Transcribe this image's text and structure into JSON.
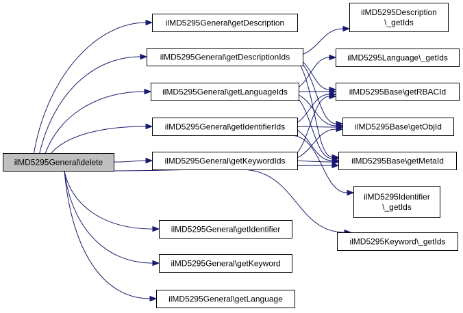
{
  "graph": {
    "nodes": [
      {
        "id": "delete",
        "lines": [
          "ilMD5295General\\delete"
        ],
        "root": true
      },
      {
        "id": "getDescription",
        "lines": [
          "ilMD5295General\\getDescription"
        ]
      },
      {
        "id": "getDescriptionIds",
        "lines": [
          "ilMD5295General\\getDescriptionIds"
        ]
      },
      {
        "id": "getLanguageIds",
        "lines": [
          "ilMD5295General\\getLanguageIds"
        ]
      },
      {
        "id": "getIdentifierIds",
        "lines": [
          "ilMD5295General\\getIdentifierIds"
        ]
      },
      {
        "id": "getKeywordIds",
        "lines": [
          "ilMD5295General\\getKeywordIds"
        ]
      },
      {
        "id": "getIdentifier",
        "lines": [
          "ilMD5295General\\getIdentifier"
        ]
      },
      {
        "id": "getKeyword",
        "lines": [
          "ilMD5295General\\getKeyword"
        ]
      },
      {
        "id": "getLanguage",
        "lines": [
          "ilMD5295General\\getLanguage"
        ]
      },
      {
        "id": "descGetIds",
        "lines": [
          "ilMD5295Description",
          "\\_getIds"
        ]
      },
      {
        "id": "langGetIds",
        "lines": [
          "ilMD5295Language\\_getIds"
        ]
      },
      {
        "id": "getRBACId",
        "lines": [
          "ilMD5295Base\\getRBACId"
        ]
      },
      {
        "id": "getObjId",
        "lines": [
          "ilMD5295Base\\getObjId"
        ]
      },
      {
        "id": "getMetaId",
        "lines": [
          "ilMD5295Base\\getMetaId"
        ]
      },
      {
        "id": "identGetIds",
        "lines": [
          "ilMD5295Identifier",
          "\\_getIds"
        ]
      },
      {
        "id": "kwGetIds",
        "lines": [
          "ilMD5295Keyword\\_getIds"
        ]
      }
    ],
    "edges": [
      {
        "from": "delete",
        "to": "getDescription"
      },
      {
        "from": "delete",
        "to": "getDescriptionIds"
      },
      {
        "from": "delete",
        "to": "getLanguageIds"
      },
      {
        "from": "delete",
        "to": "getIdentifierIds"
      },
      {
        "from": "delete",
        "to": "getKeywordIds"
      },
      {
        "from": "delete",
        "to": "getMetaId"
      },
      {
        "from": "delete",
        "to": "getIdentifier"
      },
      {
        "from": "delete",
        "to": "getKeyword"
      },
      {
        "from": "delete",
        "to": "getLanguage"
      },
      {
        "from": "getDescriptionIds",
        "to": "descGetIds"
      },
      {
        "from": "getDescriptionIds",
        "to": "getRBACId"
      },
      {
        "from": "getDescriptionIds",
        "to": "getObjId"
      },
      {
        "from": "getDescriptionIds",
        "to": "getMetaId"
      },
      {
        "from": "getLanguageIds",
        "to": "langGetIds"
      },
      {
        "from": "getLanguageIds",
        "to": "getRBACId"
      },
      {
        "from": "getLanguageIds",
        "to": "getObjId"
      },
      {
        "from": "getLanguageIds",
        "to": "getMetaId"
      },
      {
        "from": "getIdentifierIds",
        "to": "getRBACId"
      },
      {
        "from": "getIdentifierIds",
        "to": "getObjId"
      },
      {
        "from": "getIdentifierIds",
        "to": "getMetaId"
      },
      {
        "from": "getIdentifierIds",
        "to": "identGetIds"
      },
      {
        "from": "getKeywordIds",
        "to": "getRBACId"
      },
      {
        "from": "getKeywordIds",
        "to": "getObjId"
      },
      {
        "from": "getKeywordIds",
        "to": "getMetaId"
      },
      {
        "from": "getKeywordIds",
        "to": "kwGetIds"
      }
    ]
  },
  "colors": {
    "edge": "#191970",
    "node_border": "#000000",
    "node_fill": "#ffffff",
    "root_fill": "#bfbfbf"
  }
}
